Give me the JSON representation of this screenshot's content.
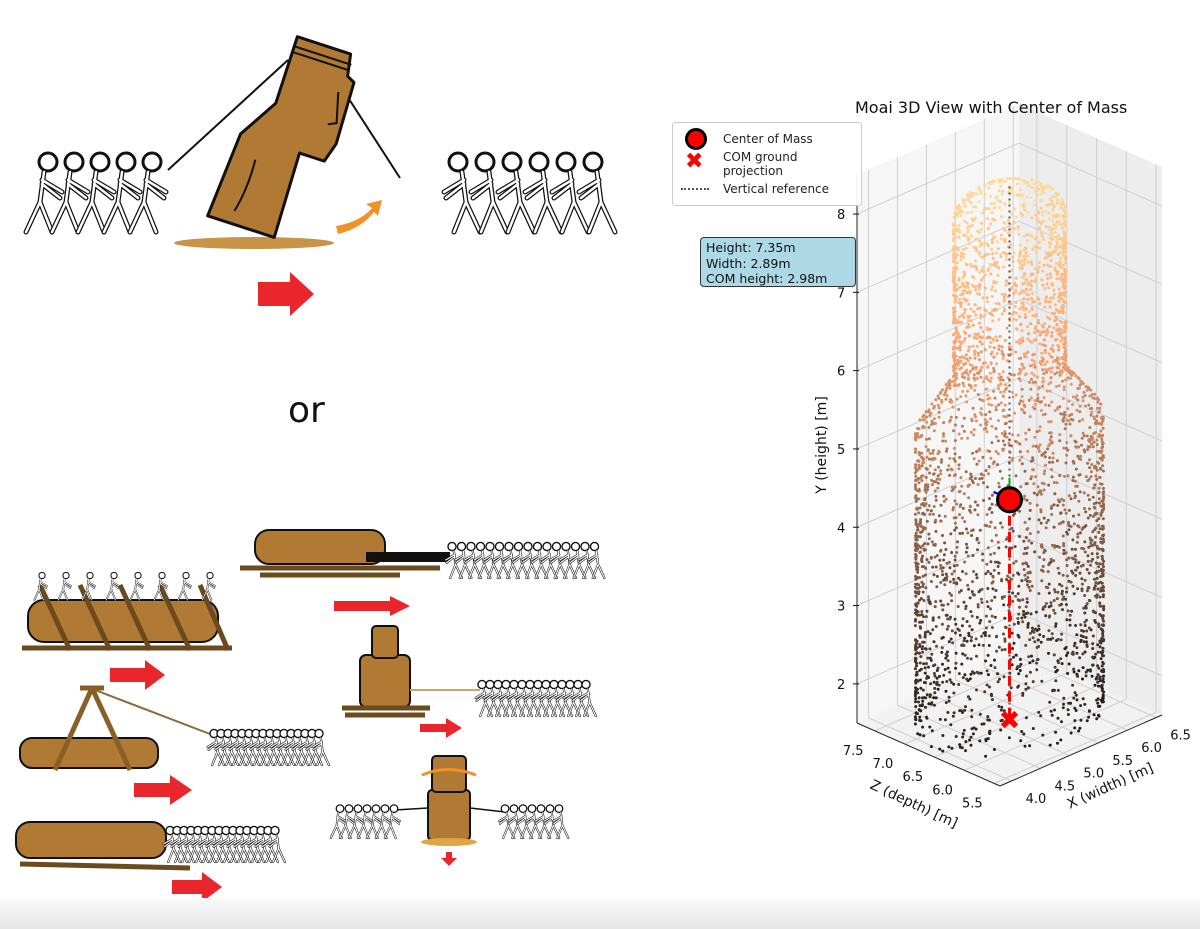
{
  "illustrations": {
    "separator_text": "or",
    "colors": {
      "moai": "#b07a34",
      "arrow_red": "#e8262b",
      "arrow_orange": "#f0922a",
      "ground": "#c89448"
    }
  },
  "chart_data": {
    "type": "scatter",
    "projection": "3d",
    "title": "Moai 3D View with Center of Mass",
    "xlabel": "X (width) [m]",
    "ylabel": "Y (height) [m]",
    "zlabel": "Z (depth) [m]",
    "xlim": [
      3.8,
      6.6
    ],
    "ylim": [
      1.5,
      8.5
    ],
    "zlim": [
      5.4,
      7.8
    ],
    "xticks": [
      "4.0",
      "4.5",
      "5.0",
      "5.5",
      "6.0",
      "6.5"
    ],
    "yticks": [
      "2",
      "3",
      "4",
      "5",
      "6",
      "7",
      "8"
    ],
    "zticks": [
      "5.5",
      "6.0",
      "6.5",
      "7.0",
      "7.5"
    ],
    "grid": true,
    "colormap": "copper",
    "legend_position": "top-left",
    "legend": [
      {
        "label": "Center of Mass",
        "marker": "red-circle",
        "color": "#ff0000"
      },
      {
        "label": "COM ground projection",
        "marker": "red-x",
        "color": "#ff0000"
      },
      {
        "label": "Vertical reference",
        "marker": "dotted-line",
        "color": "#555555"
      }
    ],
    "annotation": [
      "Height: 7.35m",
      "Width: 2.89m",
      "COM height: 2.98m"
    ],
    "center_of_mass": {
      "x": 5.2,
      "y": 4.3,
      "z": 6.6
    },
    "com_ground_projection": {
      "x": 5.2,
      "y": 1.5,
      "z": 6.6
    }
  }
}
